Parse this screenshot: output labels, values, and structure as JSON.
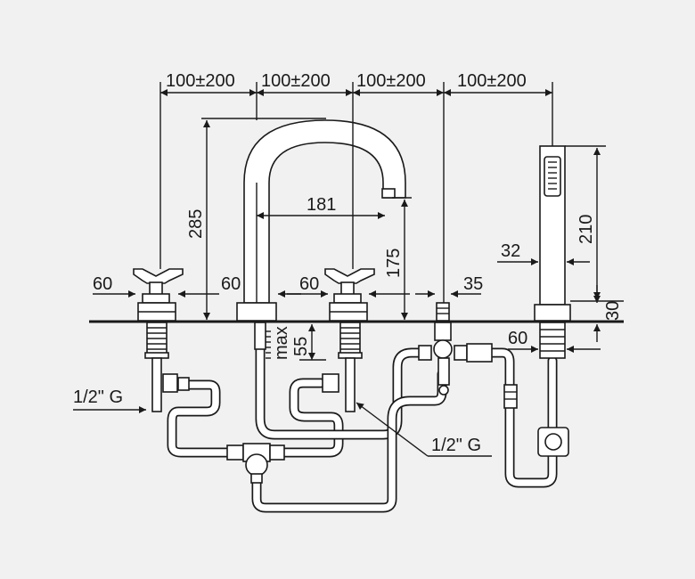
{
  "dimensions": {
    "spacing": [
      "100±200",
      "100±200",
      "100±200",
      "100±200"
    ],
    "spout_height": "285",
    "spout_reach": "181",
    "spout_outlet_height": "175",
    "handshower_length": "210",
    "handshower_width": "32",
    "deck_thickness": "30",
    "handle_base_left": "60",
    "spout_base": "60",
    "handle_base_right": "60",
    "diverter_base": "35",
    "handshower_base": "60",
    "deck_max_label": "max",
    "deck_max_value": "55",
    "thread_left": "1/2\" G",
    "thread_right": "1/2\" G"
  },
  "colors": {
    "ink": "#1a1a1a",
    "paper": "#f1f1f1",
    "fill": "#ffffff"
  }
}
